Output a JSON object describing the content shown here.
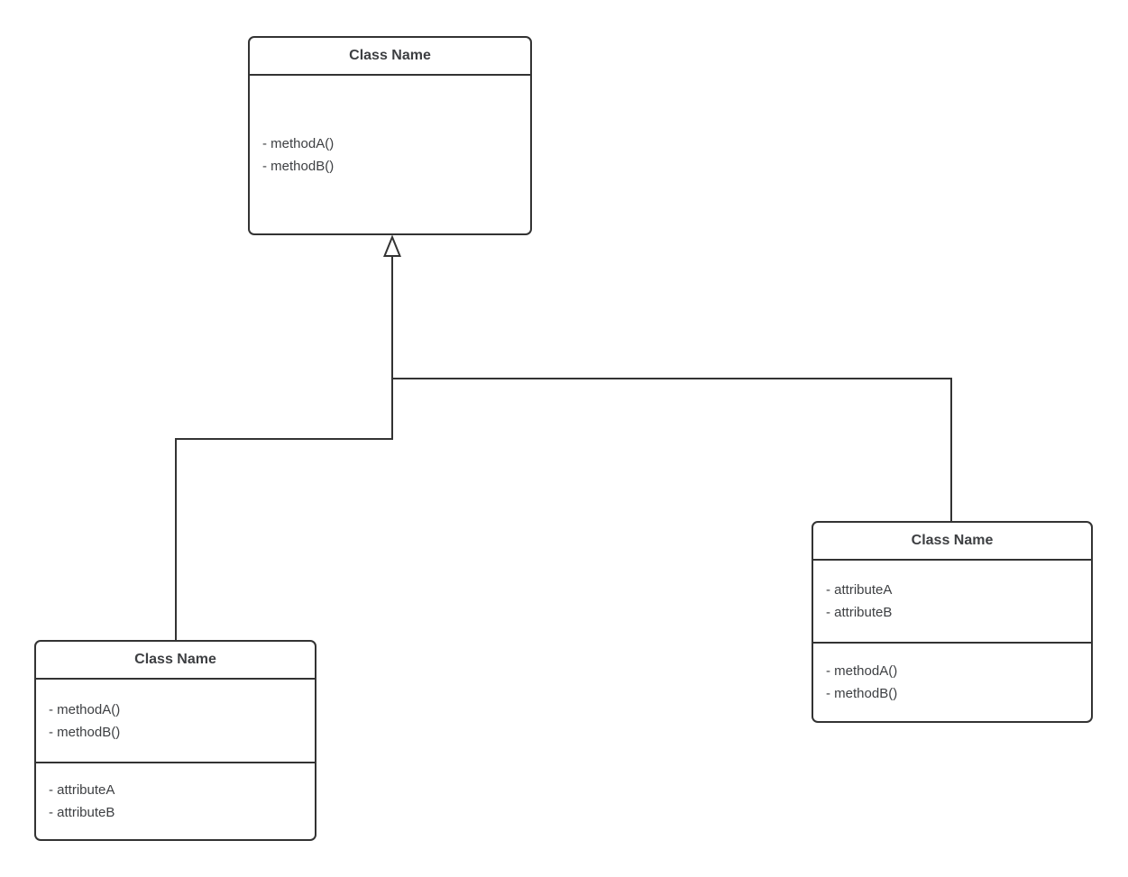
{
  "diagram": {
    "colors": {
      "stroke": "#333333",
      "text": "#3d3f42",
      "fill": "#ffffff",
      "background": "#ffffff"
    },
    "classes": [
      {
        "id": "class-top",
        "title": "Class Name",
        "compartments": [
          {
            "items": [
              "- methodA()",
              "- methodB()"
            ]
          }
        ]
      },
      {
        "id": "class-bottom-left",
        "title": "Class Name",
        "compartments": [
          {
            "items": [
              "- methodA()",
              "- methodB()"
            ]
          },
          {
            "items": [
              "- attributeA",
              "- attributeB"
            ]
          }
        ]
      },
      {
        "id": "class-right",
        "title": "Class Name",
        "compartments": [
          {
            "items": [
              "- attributeA",
              "- attributeB"
            ]
          },
          {
            "items": [
              "- methodA()",
              "- methodB()"
            ]
          }
        ]
      }
    ],
    "relationships": [
      {
        "type": "inheritance",
        "from": "class-bottom-left",
        "to": "class-top"
      },
      {
        "type": "inheritance",
        "from": "class-right",
        "to": "class-top"
      }
    ]
  }
}
